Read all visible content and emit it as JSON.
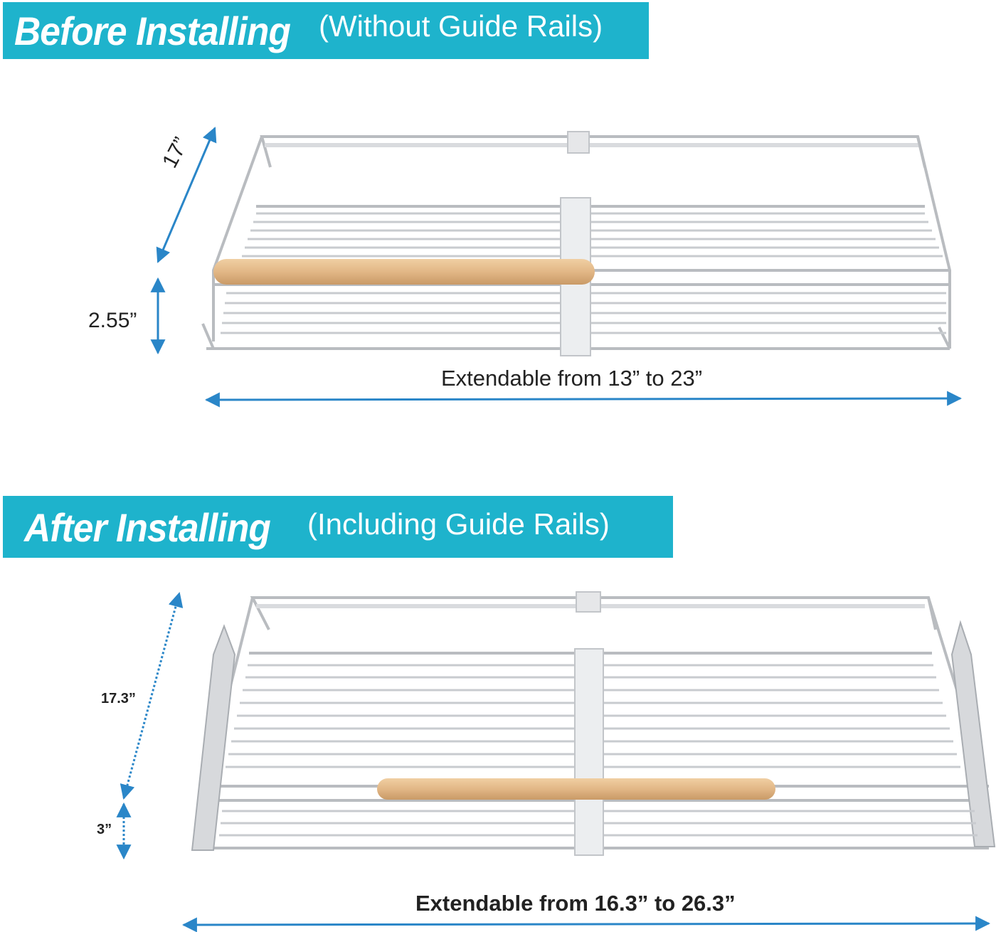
{
  "before": {
    "title": "Before Installing",
    "subtitle": "(Without Guide Rails)",
    "depth": "17”",
    "height": "2.55”",
    "extend": "Extendable from 13” to 23”"
  },
  "after": {
    "title": "After Installing",
    "subtitle": "(Including Guide Rails)",
    "depth": "17.3”",
    "height": "3”",
    "extend": "Extendable from 16.3” to 26.3”"
  },
  "colors": {
    "banner": "#1eb3cc",
    "arrow": "#2a86c8",
    "metal": "#b9bcc0",
    "wood": "#e2b786"
  }
}
